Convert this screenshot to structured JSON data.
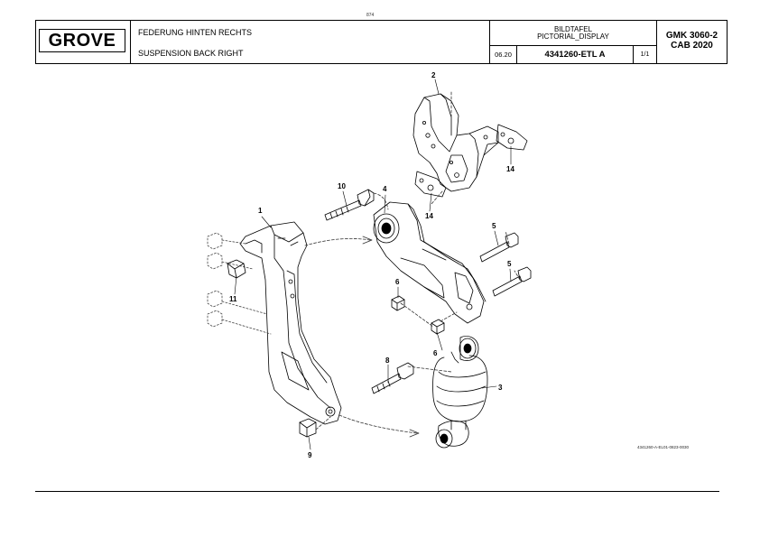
{
  "page_number": "874",
  "header": {
    "logo_text": "GROVE",
    "title_de": "FEDERUNG HINTEN RECHTS",
    "title_en": "SUSPENSION BACK RIGHT",
    "display_line1": "BILDTAFEL",
    "display_line2": "PICTORIAL_DISPLAY",
    "date": "06.20",
    "document_number": "4341260-ETL A",
    "sheet": "1/1",
    "model_line1": "GMK 3060-2",
    "model_line2": "CAB 2020"
  },
  "callouts": {
    "c1": "1",
    "c2": "2",
    "c3": "3",
    "c4": "4",
    "c5a": "5",
    "c5b": "5",
    "c6a": "6",
    "c6b": "6",
    "c8": "8",
    "c9": "9",
    "c10": "10",
    "c11": "11",
    "c14a": "14",
    "c14b": "14"
  },
  "drawing_id": "4341260-A-EL01-0823-0030"
}
